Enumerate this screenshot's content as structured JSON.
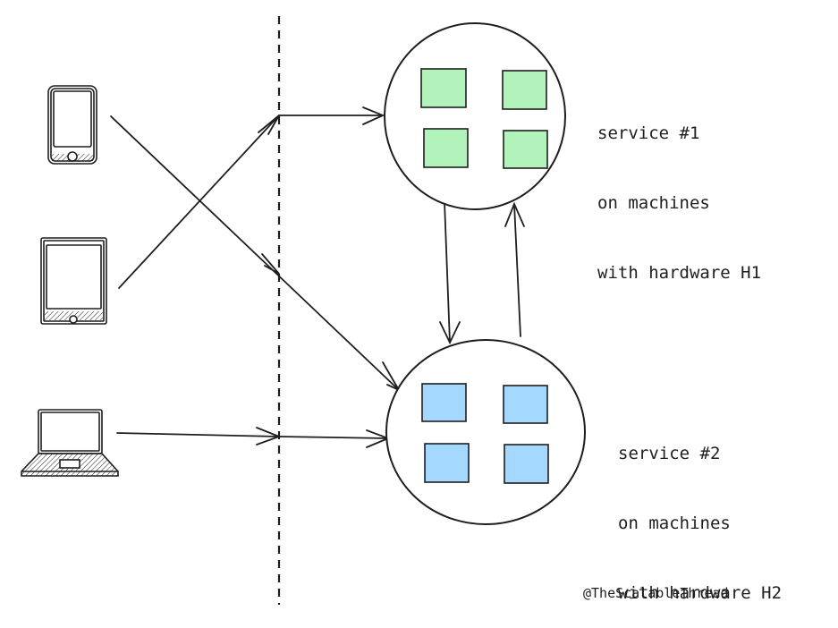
{
  "services": [
    {
      "id": "service-1",
      "label_lines": [
        "service #1",
        "on machines",
        "with hardware H1"
      ],
      "machine_color": "#b2f2bb",
      "machine_count": 4
    },
    {
      "id": "service-2",
      "label_lines": [
        "service #2",
        "on machines",
        "with hardware H2"
      ],
      "machine_color": "#a5d8ff",
      "machine_count": 4
    }
  ],
  "devices": [
    "smartphone-icon",
    "tablet-icon",
    "laptop-icon"
  ],
  "credit": "@TheScalableThread",
  "colors": {
    "stroke": "#1e1e1e",
    "background": "#ffffff"
  }
}
